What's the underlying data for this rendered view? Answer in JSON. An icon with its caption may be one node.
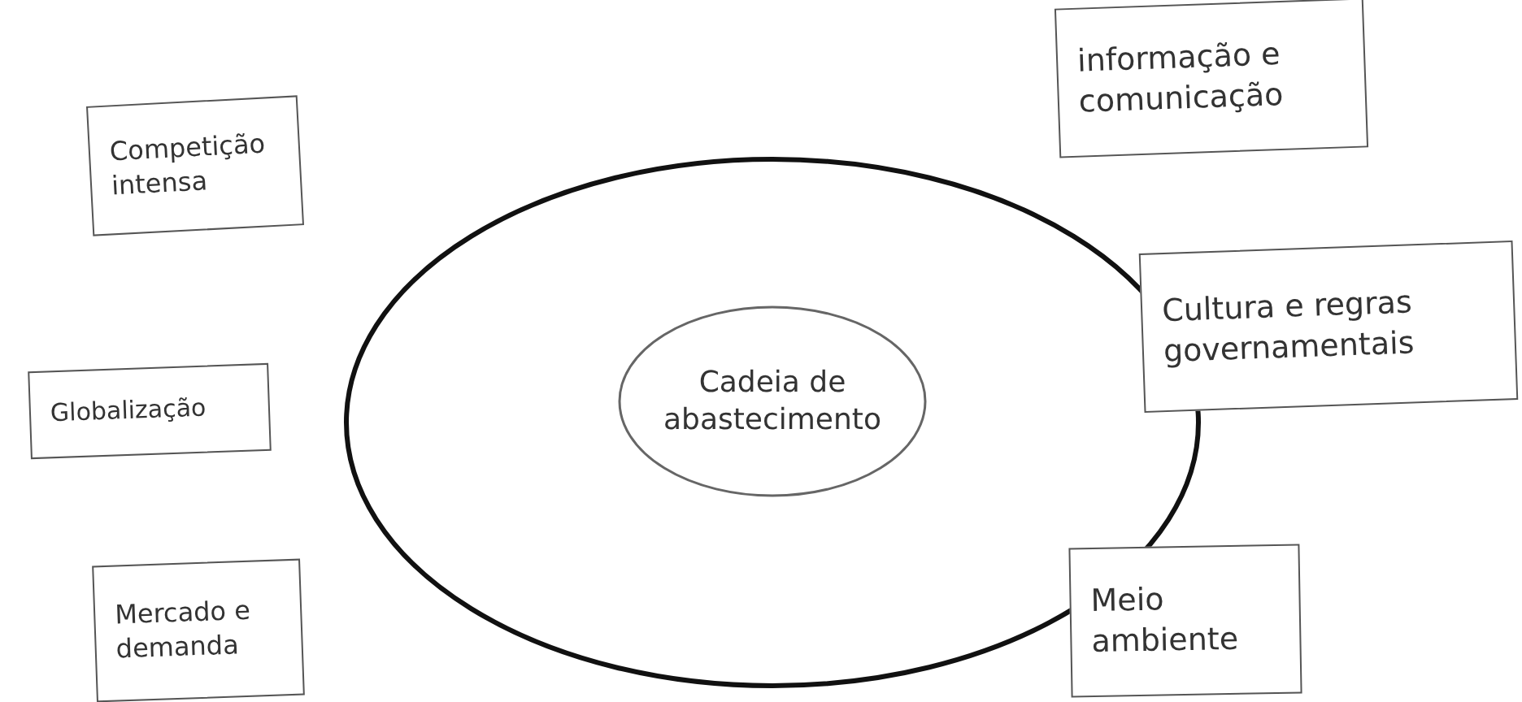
{
  "diagram": {
    "nodes": [
      {
        "text": [
          "informação e comunicação"
        ]
      },
      {
        "text": [
          "Competição intensa"
        ]
      },
      {
        "text": [
          "Cultura e regras governamentais"
        ]
      },
      {
        "text": [],
        "shape": "circle"
      },
      {
        "text": [
          "Cadeia de abastecimento"
        ],
        "in": 3
      },
      {
        "text": [
          "Globalização"
        ]
      },
      {
        "text": [
          "Meio ambiente"
        ]
      },
      {
        "text": [
          "Mercado e demanda"
        ]
      }
    ]
  }
}
